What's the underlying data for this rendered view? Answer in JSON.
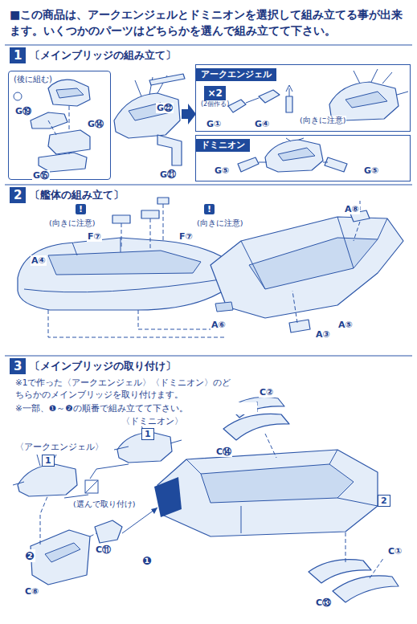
{
  "diagram": {
    "title": "■この商品は、アークエンジェルとドミニオンを選択して組み立てる事が出来ます。いくつかのパーツはどちらかを選んで組み立てて下さい。",
    "nodes": [
      {
        "text": [
          "1"
        ]
      },
      {
        "text": [
          "(後に組む)"
        ]
      },
      {
        "text": [
          "アークエンジェル"
        ]
      },
      {
        "text": [
          "×2",
          "(2個作る)"
        ],
        "in": 2
      },
      {
        "text": [
          "ドミニオン"
        ]
      },
      {
        "text": [
          "2"
        ]
      },
      {
        "text": [
          "3"
        ]
      },
      {
        "text": [
          "1"
        ]
      },
      {
        "text": [
          "1"
        ]
      },
      {
        "text": [
          "2"
        ]
      }
    ],
    "labels": [
      "〔メインブリッジの組み立て〕",
      "G⑲",
      "G⑭",
      "G⑮",
      "G㉒",
      "G㉑",
      "G①",
      "G④",
      "(向きに注意)",
      "G⑤",
      "G⑤",
      "〔艦体の組み立て〕",
      "!",
      "F⑦",
      "(向きに注意)",
      "F⑦",
      "!",
      "(向きに注意)",
      "A④",
      "A⑧",
      "A③",
      "A⑥",
      "A⑤",
      "〔メインブリッジの取り付け〕",
      "※1で作った〈アークエンジェル〉〈ドミニオン〉のどちらかのメインブリッジを取り付けます。",
      "※一部、❶～❷の順番で組み立てて下さい。",
      "〈ドミニオン〉",
      "〈アークエンジェル〉",
      "(選んで取り付け)",
      "C⑪",
      "❷",
      "C⑧",
      "❶",
      "C②",
      "C⑭",
      "C①",
      "C⑬"
    ]
  }
}
